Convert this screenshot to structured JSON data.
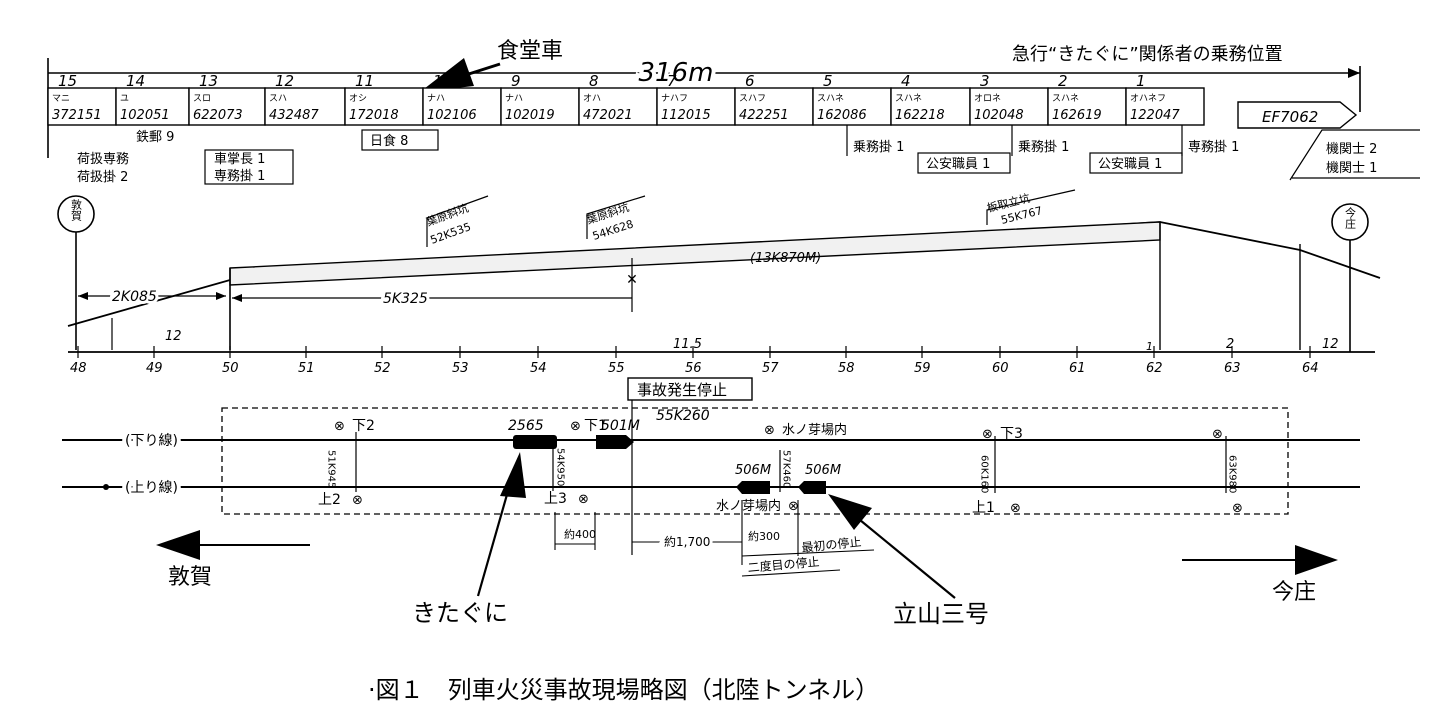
{
  "header": {
    "title_label": "食堂車",
    "crew_title": "急行“きたぐに”関係者の乗務位置",
    "length_label": "316m"
  },
  "cars": [
    {
      "no": "15",
      "type": "マニ",
      "id": "372151"
    },
    {
      "no": "14",
      "type": "ユ",
      "id": "102051"
    },
    {
      "no": "13",
      "type": "スロ",
      "id": "622073"
    },
    {
      "no": "12",
      "type": "スハ",
      "id": "432487"
    },
    {
      "no": "11",
      "type": "オシ",
      "id": "172018"
    },
    {
      "no": "10",
      "type": "ナハ",
      "id": "102106"
    },
    {
      "no": "9",
      "type": "ナハ",
      "id": "102019"
    },
    {
      "no": "8",
      "type": "オハ",
      "id": "472021"
    },
    {
      "no": "7",
      "type": "ナハフ",
      "id": "112015"
    },
    {
      "no": "6",
      "type": "スハフ",
      "id": "422251"
    },
    {
      "no": "5",
      "type": "スハネ",
      "id": "162086"
    },
    {
      "no": "4",
      "type": "スハネ",
      "id": "162218"
    },
    {
      "no": "3",
      "type": "オロネ",
      "id": "102048"
    },
    {
      "no": "2",
      "type": "スハネ",
      "id": "162619"
    },
    {
      "no": "1",
      "type": "オハネフ",
      "id": "122047"
    }
  ],
  "locomotive": "EF7062",
  "crew_labels": {
    "tetsubin": "鉄郵 9",
    "baggage_1": "荷扱専務",
    "baggage_2": "荷扱掛 2",
    "conductor_1": "車掌長 1",
    "conductor_2": "専務掛 1",
    "dining": "日食 8",
    "crew5": "乗務掛 1",
    "police4": "公安職員 1",
    "crew3": "乗務掛 1",
    "police2": "公安職員 1",
    "crew1": "専務掛 1",
    "driver_1": "機関士 2",
    "driver_2": "機関士 1"
  },
  "profile": {
    "station_left": "敦賀",
    "station_right": "今庄",
    "dist_left": "2K085",
    "dist_mid": "5K325",
    "shaft1_a": "葉原斜坑",
    "shaft1_b": "52K535",
    "shaft2_a": "葉原斜坑",
    "shaft2_b": "54K628",
    "shaft3_a": "板取立坑",
    "shaft3_b": "55K767",
    "tunnel_len": "(13K870M)",
    "grade1": "12",
    "grade2": "11.5",
    "grade3": "1",
    "grade4": "2",
    "grade5": "12",
    "km_marks": [
      "48",
      "49",
      "50",
      "51",
      "52",
      "53",
      "54",
      "55",
      "56",
      "57",
      "58",
      "59",
      "60",
      "61",
      "62",
      "63",
      "64"
    ]
  },
  "tracks": {
    "stop_label_1": "事故発生停止",
    "stop_label_2": "55K260",
    "down_line": "(下り線)",
    "up_line": "(上り線)",
    "signal_d2": "下2",
    "signal_d1": "下1",
    "signal_d3": "下3",
    "signal_u2": "上2",
    "signal_u3": "上3",
    "signal_u1": "上1",
    "km_51": "51K945",
    "km_54": "54K950",
    "km_57": "57K460",
    "km_60": "60K160",
    "km_63": "63K980",
    "train_2565": "2565",
    "train_501m": "501M",
    "train_506m_a": "506M",
    "train_506m_b": "506M",
    "signal_inside_1": "水ノ芽場内",
    "signal_inside_2": "水ノ芽場内",
    "dist_400": "約400",
    "dist_1700": "約1,700",
    "dist_300": "約300",
    "first_stop": "最初の停止",
    "second_stop": "二度目の停止",
    "dir_left": "敦賀",
    "dir_right": "今庄",
    "kitaguni": "きたぐに",
    "tateyama": "立山三号"
  },
  "caption": "·図１　列車火災事故現場略図（北陸トンネル）"
}
